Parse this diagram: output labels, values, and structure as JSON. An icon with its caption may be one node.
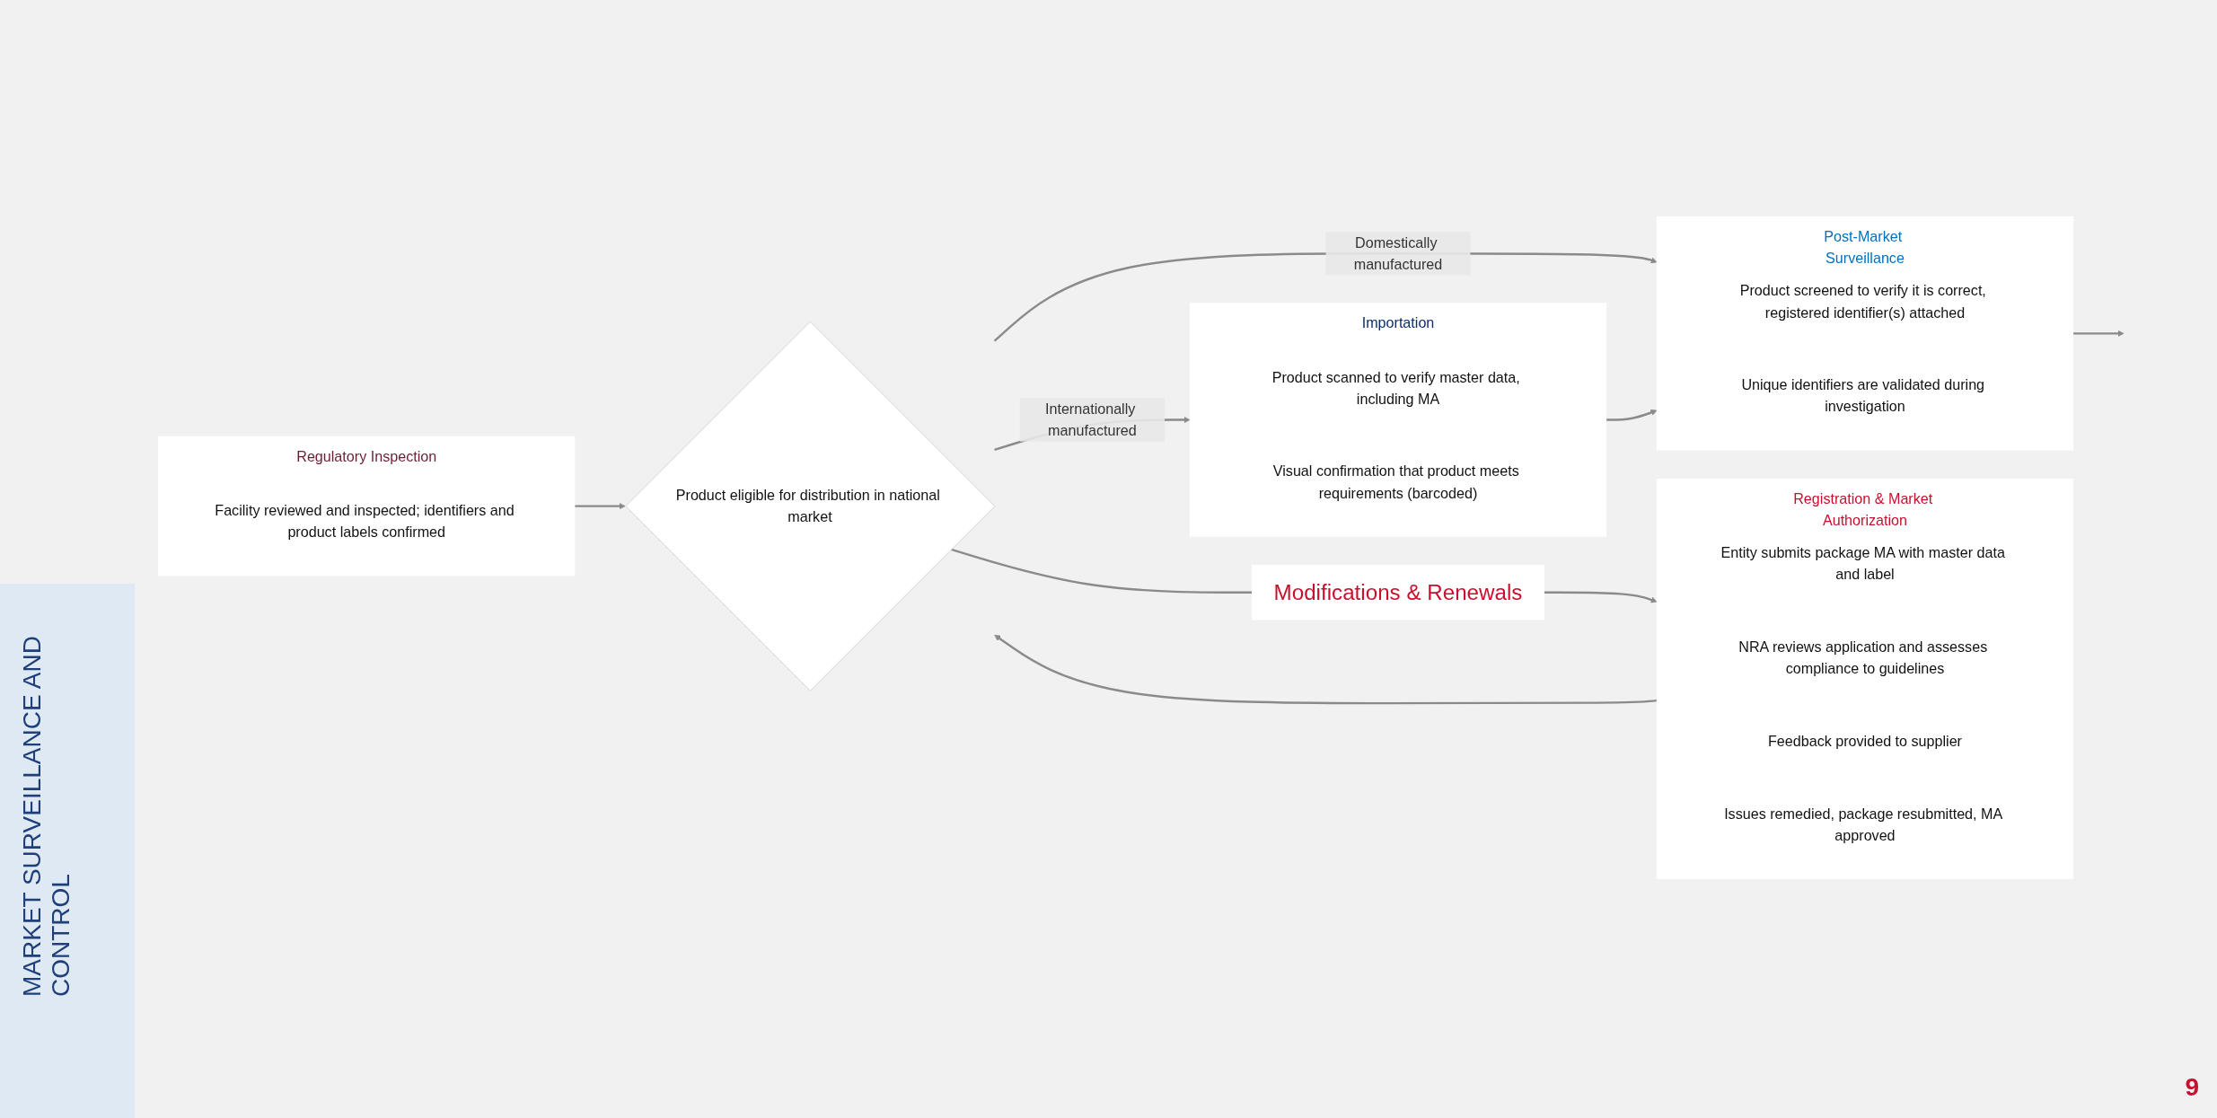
{
  "diagram": {
    "nodes": [
      {
        "text": [
          "Modifications & Renewals"
        ]
      },
      {
        "text": [
          "Registration & Market Authorization"
        ]
      },
      {
        "text": [
          "Entity submits package MA with master data and label"
        ],
        "in": 1
      },
      {
        "text": [
          "NRA reviews application and assesses compliance to guidelines"
        ],
        "in": 1
      },
      {
        "text": [
          "Feedback provided to supplier"
        ],
        "in": 1
      },
      {
        "text": [
          "Issues remedied, package resubmitted, MA approved"
        ],
        "in": 1
      },
      {
        "text": [
          "Regulatory Inspection"
        ]
      },
      {
        "text": [
          "Facility reviewed and inspected; identifiers and product labels confirmed"
        ],
        "in": 6
      },
      {
        "text": [
          "Product eligible for distribution in national market"
        ]
      },
      {
        "text": [
          "Importation"
        ]
      },
      {
        "text": [
          "Product scanned to verify master data, including MA"
        ],
        "in": 9
      },
      {
        "text": [
          "Visual confirmation that product meets requirements (barcoded)"
        ],
        "in": 9
      },
      {
        "text": [
          "Post-Market Surveillance"
        ]
      },
      {
        "text": [
          "Product screened to verify it is correct, registered identifier(s) attached"
        ],
        "in": 12
      },
      {
        "text": [
          "Unique identifiers are validated during investigation"
        ],
        "in": 12
      }
    ],
    "edges": [
      {
        "from": 1,
        "to": 8,
        "arrow": "to"
      },
      {
        "from": 6,
        "to": 8,
        "arrow": "to"
      },
      {
        "from": 8,
        "to": 0,
        "arrow": "none"
      },
      {
        "from": 0,
        "to": 1,
        "arrow": "to"
      },
      {
        "from": 8,
        "to": 9,
        "label": "Internationally manufactured",
        "arrow": "to"
      },
      {
        "from": 8,
        "to": 12,
        "label": "Domestically manufactured",
        "arrow": "to"
      },
      {
        "from": 9,
        "to": 12,
        "arrow": "to"
      },
      {
        "from": 12,
        "to": null,
        "arrow": "to"
      }
    ],
    "labels": [
      "MARKET SURVEILLANCE AND CONTROL",
      "9"
    ]
  }
}
